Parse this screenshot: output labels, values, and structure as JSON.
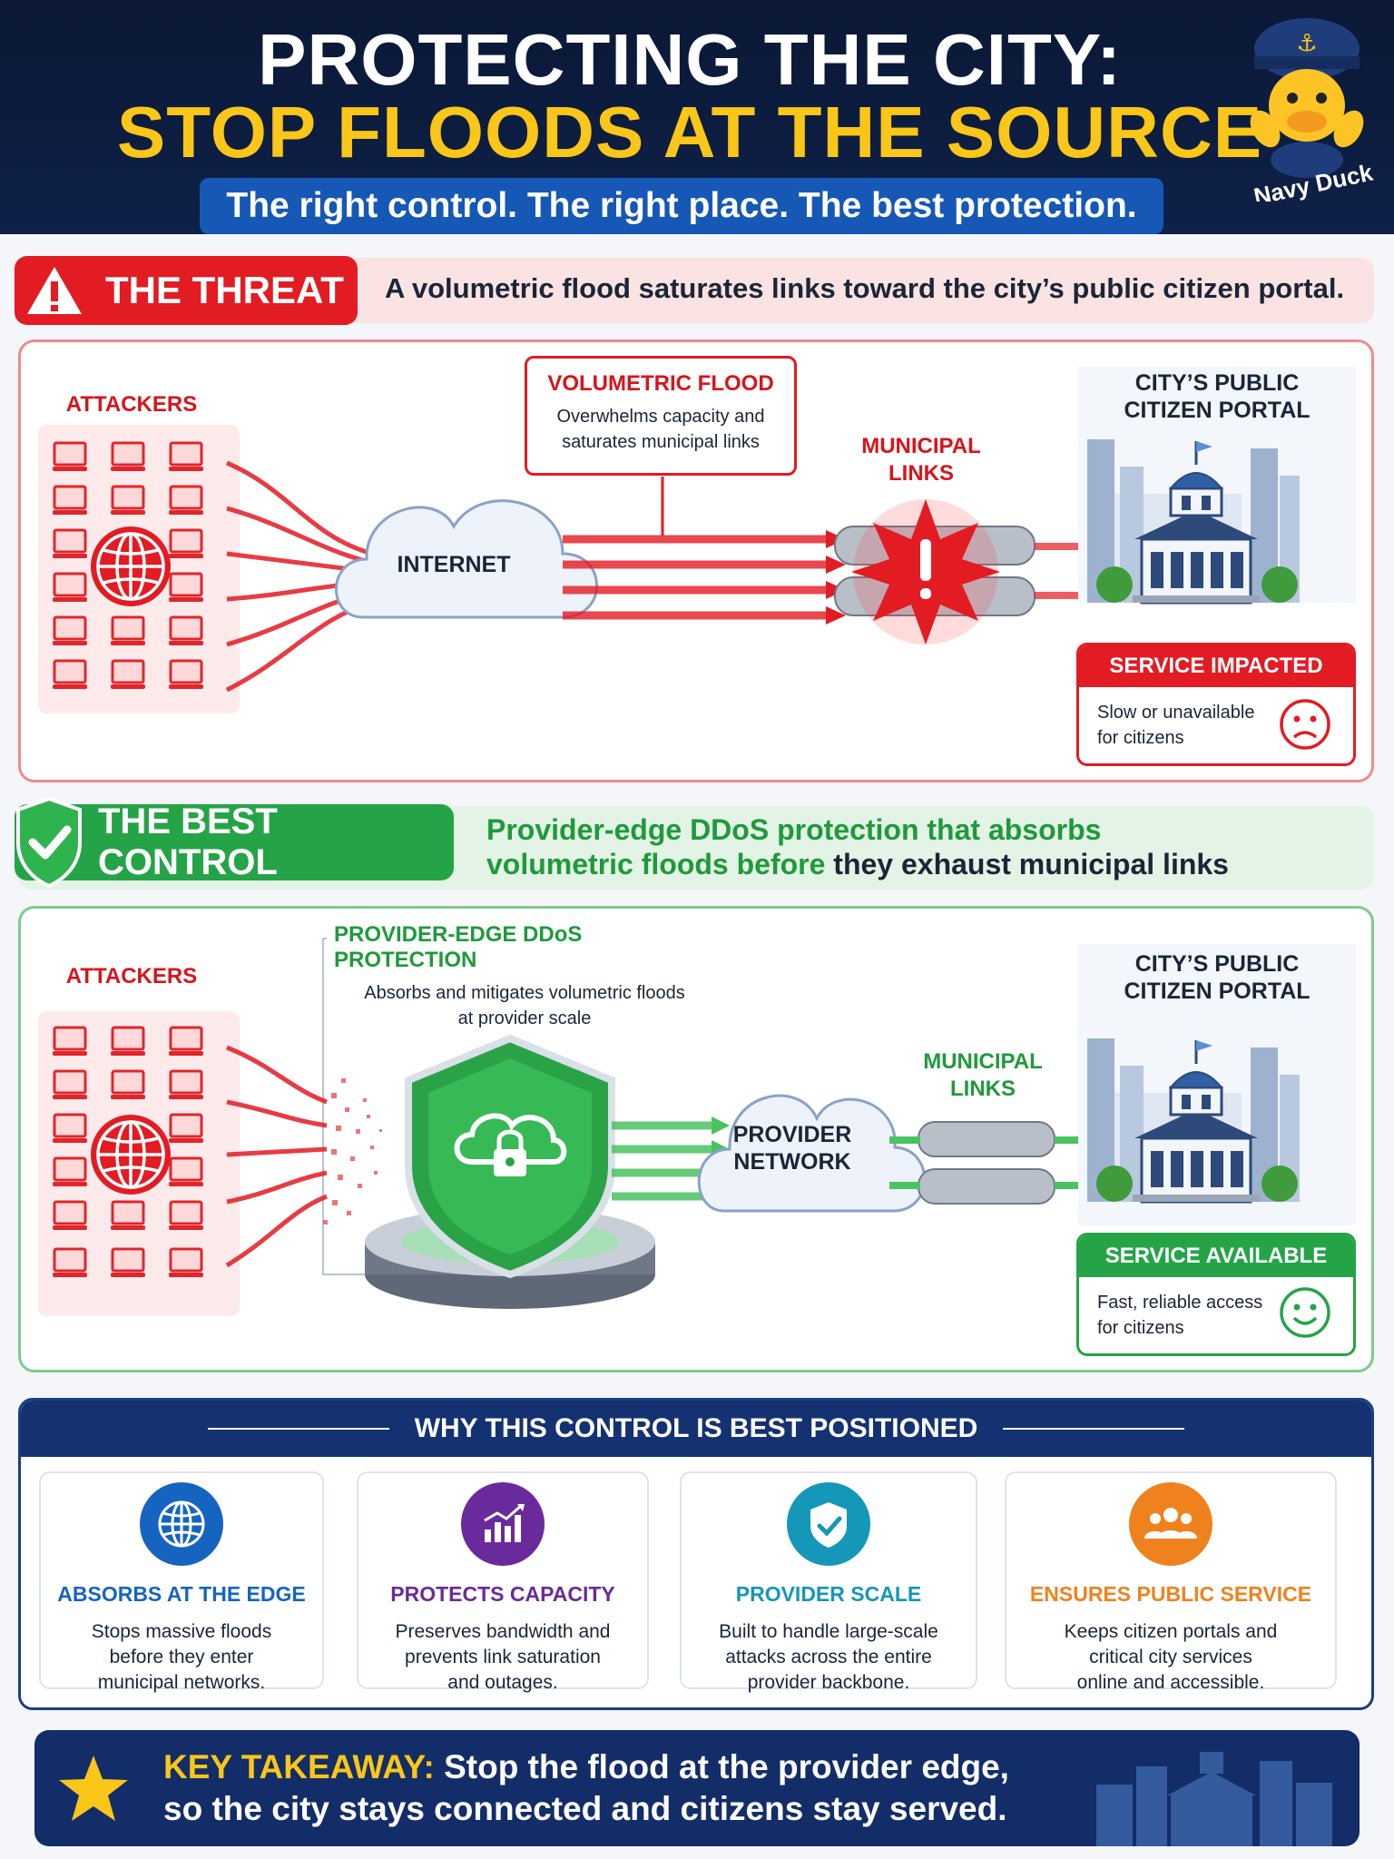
{
  "header": {
    "title_line1": "PROTECTING THE CITY:",
    "title_line2": "STOP FLOODS AT THE SOURCE",
    "subtitle": "The right control. The right place. The best protection.",
    "logo_text": "Navy Duck"
  },
  "threat": {
    "tag": "THE THREAT",
    "summary": "A volumetric flood saturates links toward the city’s public citizen portal.",
    "attackers_label": "ATTACKERS",
    "internet_label": "INTERNET",
    "callout_title": "VOLUMETRIC FLOOD",
    "callout_text_1": "Overwhelms capacity and",
    "callout_text_2": "saturates municipal links",
    "links_label_1": "MUNICIPAL",
    "links_label_2": "LINKS",
    "portal_label_1": "CITY’S PUBLIC",
    "portal_label_2": "CITIZEN PORTAL",
    "status_title": "SERVICE IMPACTED",
    "status_text_1": "Slow or unavailable",
    "status_text_2": "for citizens"
  },
  "control": {
    "tag": "THE BEST CONTROL",
    "summary_line1": "Provider-edge DDoS protection that absorbs",
    "summary_line2_a": "volumetric floods ",
    "summary_line2_b": "before",
    "summary_line2_c": " they exhaust municipal links",
    "attackers_label": "ATTACKERS",
    "callout_title": "PROVIDER-EDGE DDoS PROTECTION",
    "callout_text_1": "Absorbs and mitigates volumetric floods",
    "callout_text_2": "at provider scale",
    "network_label_1": "PROVIDER",
    "network_label_2": "NETWORK",
    "links_label_1": "MUNICIPAL",
    "links_label_2": "LINKS",
    "portal_label_1": "CITY’S PUBLIC",
    "portal_label_2": "CITIZEN PORTAL",
    "status_title": "SERVICE AVAILABLE",
    "status_text_1": "Fast, reliable access",
    "status_text_2": "for citizens"
  },
  "why": {
    "heading": "WHY THIS CONTROL IS BEST POSITIONED",
    "cards": [
      {
        "title": "ABSORBS AT THE EDGE",
        "line1": "Stops massive floods",
        "line2": "before they enter",
        "line3": "municipal networks.",
        "color": "#1565c0",
        "icon": "globe-icon"
      },
      {
        "title": "PROTECTS CAPACITY",
        "line1": "Preserves bandwidth and",
        "line2": "prevents link saturation",
        "line3": "and outages.",
        "color": "#6a2a9c",
        "icon": "bar-chart-icon"
      },
      {
        "title": "PROVIDER SCALE",
        "line1": "Built to handle large-scale",
        "line2": "attacks across the entire",
        "line3": "provider backbone.",
        "color": "#1497b8",
        "icon": "shield-check-icon"
      },
      {
        "title": "ENSURES PUBLIC SERVICE",
        "line1": "Keeps citizen portals and",
        "line2": "critical city services",
        "line3": "online and accessible.",
        "color": "#f0821e",
        "icon": "people-icon"
      }
    ]
  },
  "takeaway": {
    "label": "KEY TAKEAWAY:",
    "line1": "Stop the flood at the provider edge,",
    "line2": "so the city stays connected and citizens stay served."
  },
  "colors": {
    "navy": "#0b1836",
    "red": "#e31b23",
    "green": "#25a447",
    "yellow": "#f9c619",
    "blue": "#1558b5"
  }
}
